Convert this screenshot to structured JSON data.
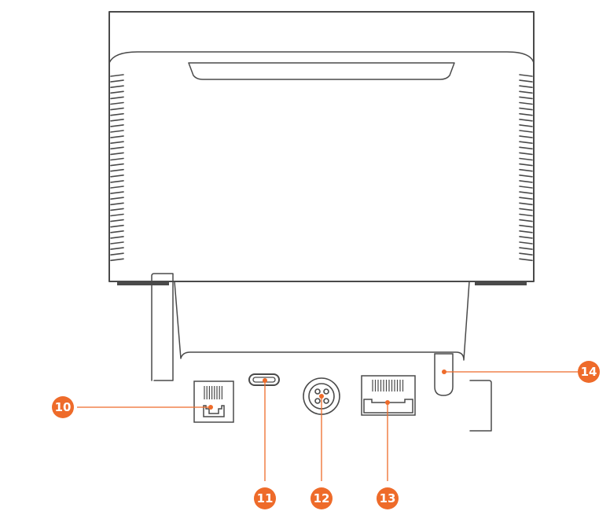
{
  "diagram": {
    "colors": {
      "outline": "#4a4a4a",
      "accent": "#ee6b2a",
      "callout_text": "#ffffff",
      "background": "#ffffff"
    },
    "callouts": [
      {
        "id": "rj11-port",
        "label": "10"
      },
      {
        "id": "usb-c-port",
        "label": "11"
      },
      {
        "id": "power-port",
        "label": "12"
      },
      {
        "id": "ethernet-port",
        "label": "13"
      },
      {
        "id": "cash-drawer-slot",
        "label": "14"
      }
    ]
  }
}
